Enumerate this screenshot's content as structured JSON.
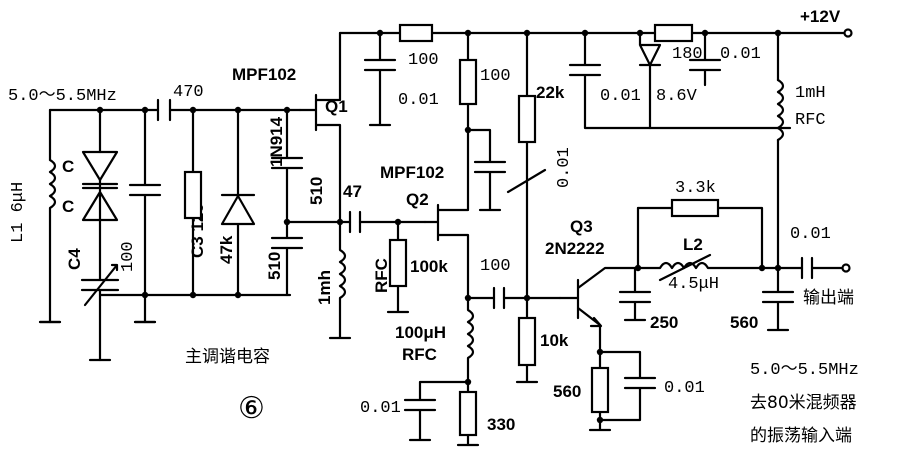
{
  "labels": {
    "supply": "+12V",
    "freq_in": "5.0～5.5MHz",
    "c470": "470",
    "mpf1": "MPF102",
    "q1": "Q1",
    "r100_top": "100",
    "r100_mid": "100",
    "r180": "180",
    "c001_top": "0.01",
    "c001_q1": "0.01",
    "zener_c": "0.01",
    "zener_v": "8.6V",
    "r22k": "22k",
    "l1mh": "1mH",
    "rfc_right": "RFC",
    "l1": "L1 6μH",
    "c_top": "C",
    "c_bot": "C",
    "c4": "C4",
    "c4_val": "100",
    "c3": "C3 120",
    "r47k": "47k",
    "d1n914": "1N914",
    "c510a": "510",
    "c510b": "510",
    "c47": "47",
    "mpf2": "MPF102",
    "q2": "Q2",
    "c001_q2": "0.01",
    "l1mh_small": "1mh",
    "rfc_q2": "RFC",
    "r100k": "100k",
    "c100": "100",
    "l100uh": "100μH",
    "rfc_100": "RFC",
    "c001_bot": "0.01",
    "r330": "330",
    "q3": "Q3",
    "q3_type": "2N2222",
    "r10k": "10k",
    "r560": "560",
    "c001_emit": "0.01",
    "r3k3": "3.3k",
    "l2": "L2",
    "l2_val": "4.5μH",
    "c250": "250",
    "c560": "560",
    "c001_out": "0.01",
    "output_label": "输出端",
    "main_tune": "主调谐电容",
    "fig_no": "⑥",
    "out_freq": "5.0～5.5MHz",
    "out_desc1": "去80米混频器",
    "out_desc2": "的振荡输入端"
  }
}
